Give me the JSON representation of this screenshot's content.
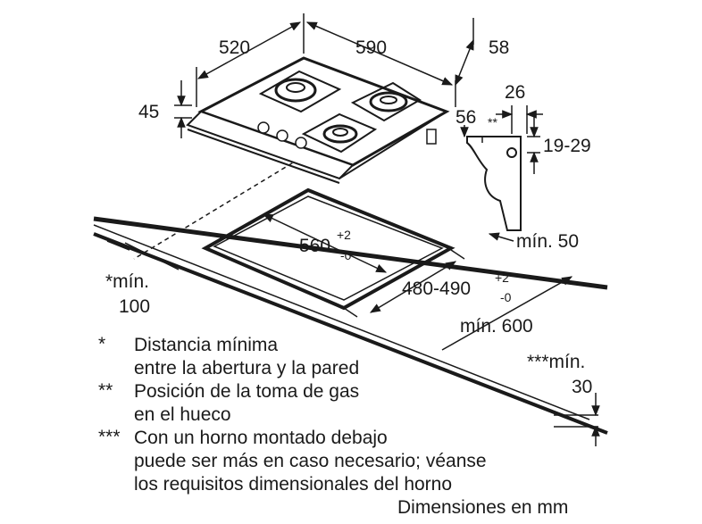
{
  "dimensions": {
    "width_left": "520",
    "width_top": "590",
    "depth_right": "58",
    "height": "45",
    "bracket_top": "26",
    "bracket_side": "56",
    "bracket_side_mark": "**",
    "bracket_range": "19-29",
    "cutout_width": "560",
    "cutout_width_tol_plus": "+2",
    "cutout_width_tol_minus": "-0",
    "cutout_depth": "480-490",
    "cutout_depth_tol_plus": "+2",
    "cutout_depth_tol_minus": "-0",
    "min_50": "mín. 50",
    "min_600": "mín. 600",
    "min_100_line1": "*mín.",
    "min_100_line2": "100",
    "min_30_line1": "***mín.",
    "min_30_line2": "30"
  },
  "notes": [
    {
      "mark": "*",
      "lines": [
        "Distancia mínima",
        "entre la abertura y la pared"
      ]
    },
    {
      "mark": "**",
      "lines": [
        "Posición de la toma de gas",
        "en el hueco"
      ]
    },
    {
      "mark": "***",
      "lines": [
        "Con un horno montado debajo",
        "puede ser más en caso necesario; véanse",
        "los requisitos dimensionales del horno"
      ]
    }
  ],
  "units_label": "Dimensiones en mm"
}
